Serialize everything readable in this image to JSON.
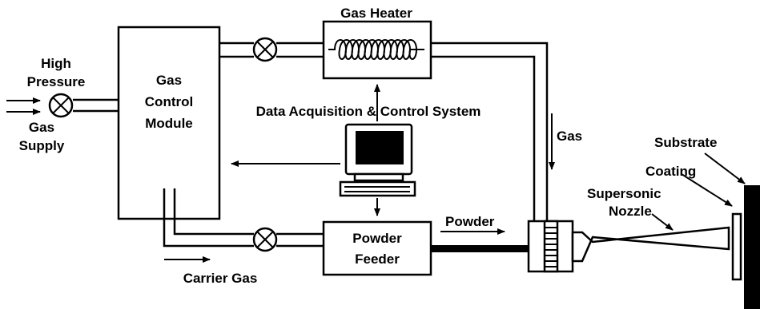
{
  "labels": {
    "gas_heater": "Gas Heater",
    "high_pressure_1": "High",
    "high_pressure_2": "Pressure",
    "gas_supply_1": "Gas",
    "gas_supply_2": "Supply",
    "gas_control_1": "Gas",
    "gas_control_2": "Control",
    "gas_control_3": "Module",
    "daq": "Data Acquisition & Control System",
    "gas": "Gas",
    "substrate": "Substrate",
    "coating": "Coating",
    "supersonic_1": "Supersonic",
    "supersonic_2": "Nozzle",
    "powder": "Powder",
    "powder_feeder_1": "Powder",
    "powder_feeder_2": "Feeder",
    "carrier_gas": "Carrier Gas"
  },
  "colors": {
    "line": "#000000",
    "background": "#ffffff"
  }
}
